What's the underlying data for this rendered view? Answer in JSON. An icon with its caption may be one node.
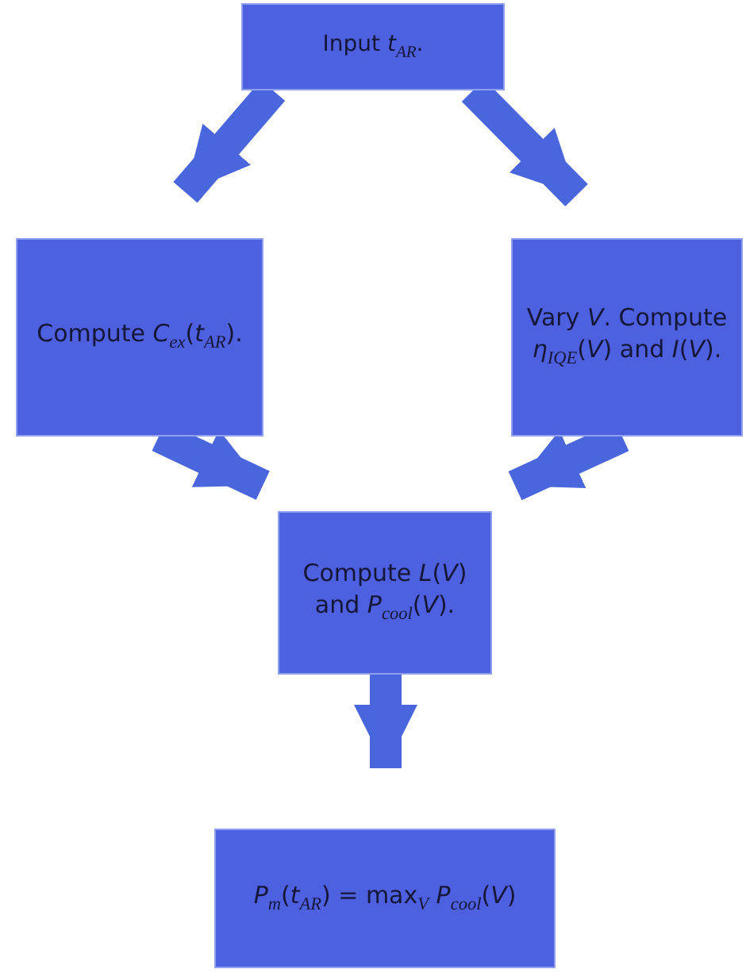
{
  "diagram": {
    "nodes": [
      {
        "text": [
          "Input *t*$_{AR}$."
        ]
      },
      {
        "text": [
          "Compute *C*$_{ex}$(*t*$_{AR}$)."
        ]
      },
      {
        "text": [
          "Vary *V*. Compute *η*$_{IQE}$(*V*) and *I*(*V*)."
        ]
      },
      {
        "text": [
          "Compute *L*(*V*) and *P*$_{cool}$(*V*)."
        ]
      },
      {
        "text": [
          "*P*$_{m}$(*t*$_{AR}$) = max$_{V}$ *P*$_{cool}$(*V*)"
        ]
      }
    ],
    "edges": [
      {
        "from": 0,
        "to": 1,
        "arrow": "to"
      },
      {
        "from": 0,
        "to": 2,
        "arrow": "to"
      },
      {
        "from": 1,
        "to": 3,
        "arrow": "to"
      },
      {
        "from": 2,
        "to": 3,
        "arrow": "to"
      },
      {
        "from": 3,
        "to": 4,
        "arrow": "to"
      }
    ]
  }
}
